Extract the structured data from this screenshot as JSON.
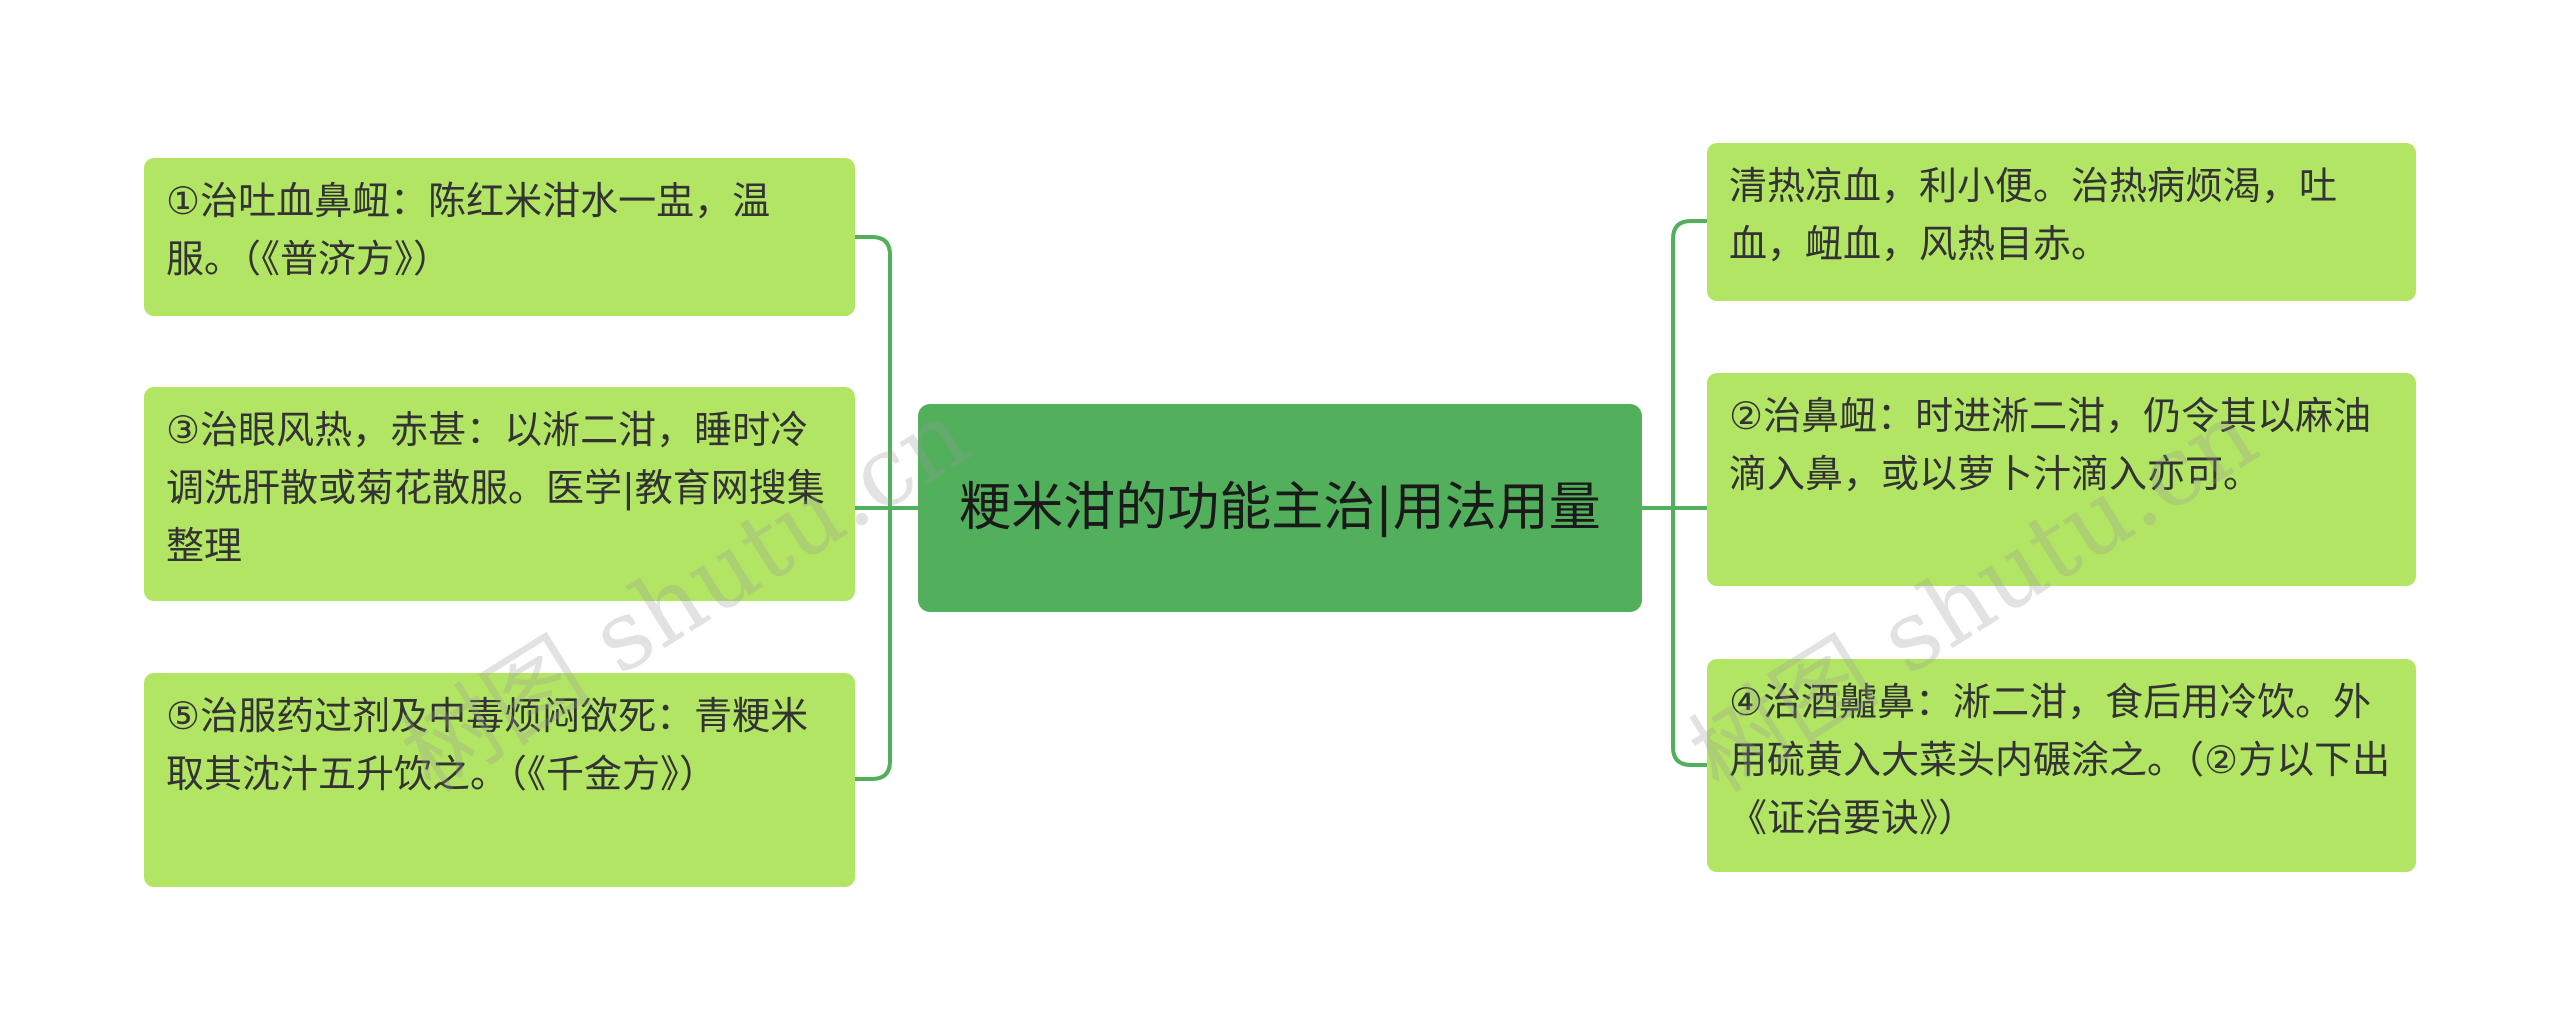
{
  "center": {
    "title": "粳米泔的功能主治|用法用量"
  },
  "left_nodes": [
    {
      "text": "①治吐血鼻衄：陈红米泔水一盅，温服。（《普济方》）"
    },
    {
      "text": "③治眼风热，赤甚：以淅二泔，睡时冷调洗肝散或菊花散服。医学|教育网搜集整理"
    },
    {
      "text": "⑤治服药过剂及中毒烦闷欲死：青粳米取其沈汁五升饮之。（《千金方》）"
    }
  ],
  "right_nodes": [
    {
      "text": "清热凉血，利小便。治热病烦渴，吐血，衄血，风热目赤。"
    },
    {
      "text": "②治鼻衄：时进淅二泔，仍令其以麻油滴入鼻，或以萝卜汁滴入亦可。"
    },
    {
      "text": "④治酒齇鼻：淅二泔，食后用冷饮。外用硫黄入大菜头内碾涂之。（②方以下出《证治要诀》）"
    }
  ],
  "watermark": {
    "text": "树图 shutu.cn"
  },
  "colors": {
    "center_fill": "#52b05c",
    "node_fill": "#b3e565",
    "connector": "#52b05c",
    "text": "#333333"
  }
}
